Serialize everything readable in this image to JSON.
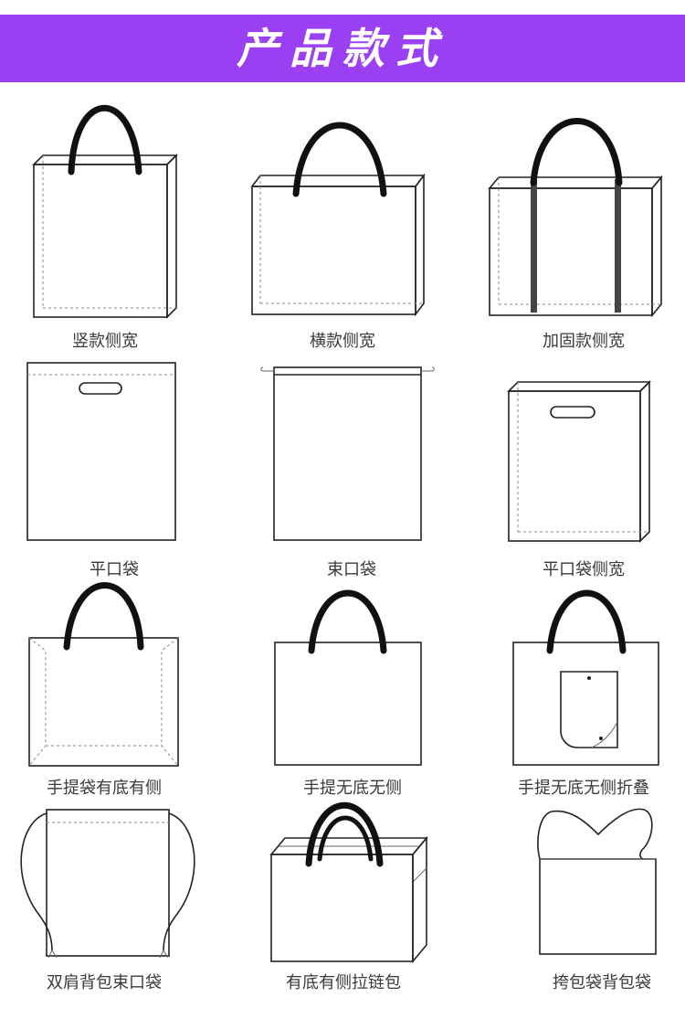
{
  "header": {
    "title": "产品款式",
    "banner_color": "#9b3ff2"
  },
  "products": [
    {
      "label": "竖款侧宽",
      "icon": "tote-bag-vertical-gusset-icon"
    },
    {
      "label": "横款侧宽",
      "icon": "tote-bag-horizontal-gusset-icon"
    },
    {
      "label": "加固款侧宽",
      "icon": "tote-bag-reinforced-gusset-icon"
    },
    {
      "label": "平口袋",
      "icon": "die-cut-handle-bag-icon"
    },
    {
      "label": "束口袋",
      "icon": "drawstring-bag-icon"
    },
    {
      "label": "平口袋侧宽",
      "icon": "die-cut-gusset-bag-icon"
    },
    {
      "label": "手提袋有底有侧",
      "icon": "tote-bag-bottom-side-icon"
    },
    {
      "label": "手提无底无侧",
      "icon": "flat-tote-bag-icon"
    },
    {
      "label": "手提无底无侧折叠",
      "icon": "foldable-tote-bag-icon"
    },
    {
      "label": "双肩背包束口袋",
      "icon": "drawstring-backpack-icon"
    },
    {
      "label": "有底有侧拉链包",
      "icon": "zipper-bag-icon"
    },
    {
      "label": "挎包袋背包袋",
      "icon": "shoulder-bag-icon"
    }
  ]
}
